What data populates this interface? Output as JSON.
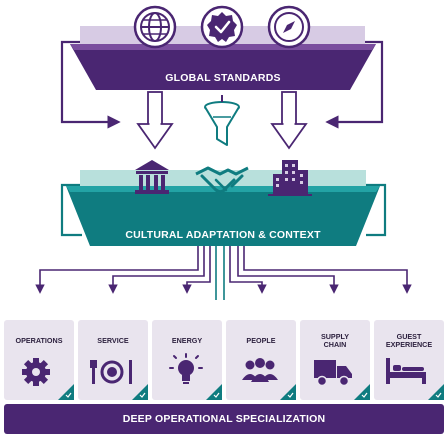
{
  "colors": {
    "purple": "#4a2672",
    "purple_light": "#7a4e9e",
    "teal": "#0f7c80",
    "teal_light": "#23a3a5",
    "lavender": "#d7cbe4",
    "mint": "#b8e0dc",
    "box_bg": "#e9e4ee",
    "bottom_bar": "#4a2672"
  },
  "top_tier": {
    "label": "GLOBAL STANDARDS",
    "icons": [
      "globe-icon",
      "verified-badge-icon",
      "compass-icon"
    ]
  },
  "middle_tier": {
    "label": "CULTURAL ADAPTATION & CONTEXT",
    "icons": [
      "museum-icon",
      "handshake-icon",
      "buildings-icon"
    ]
  },
  "filter_icon": "funnel-icon",
  "categories": [
    {
      "label": "OPERATIONS",
      "icon": "gear-icon"
    },
    {
      "label": "SERVICE",
      "icon": "dining-icon"
    },
    {
      "label": "ENERGY",
      "icon": "lightbulb-icon"
    },
    {
      "label": "PEOPLE",
      "icon": "people-icon"
    },
    {
      "label": "SUPPLY\nCHAIN",
      "icon": "truck-icon"
    },
    {
      "label": "GUEST\nEXPERIENCE",
      "icon": "bed-icon"
    }
  ],
  "bottom_bar": {
    "label": "DEEP OPERATIONAL SPECIALIZATION"
  }
}
